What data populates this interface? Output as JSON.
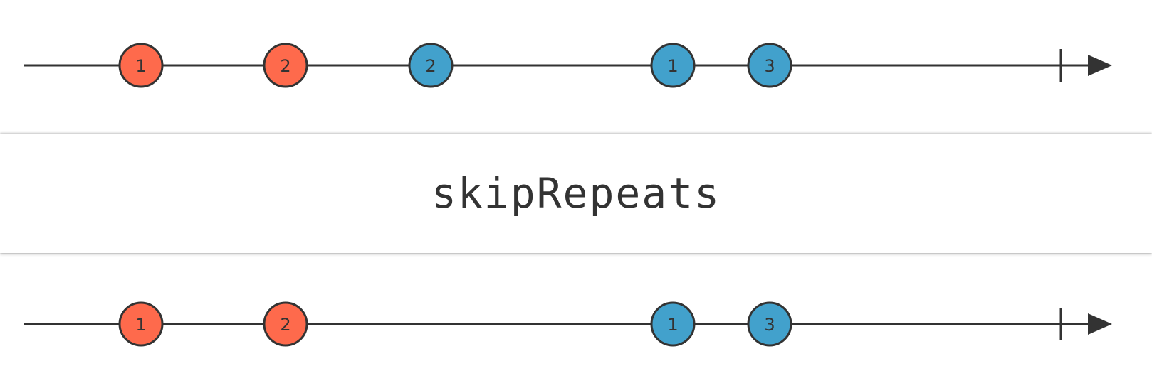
{
  "operator": {
    "label": "skipRepeats"
  },
  "colors": {
    "line": "#333333",
    "marble_stroke": "#333333",
    "red": "#fe6a4c",
    "blue": "#42a1cc",
    "background": "#ffffff"
  },
  "timelines": {
    "input": {
      "marbles": [
        {
          "label": "1",
          "color": "red"
        },
        {
          "label": "2",
          "color": "red"
        },
        {
          "label": "2",
          "color": "blue"
        },
        {
          "label": "1",
          "color": "blue"
        },
        {
          "label": "3",
          "color": "blue"
        }
      ],
      "completed": true
    },
    "output": {
      "marbles": [
        {
          "label": "1",
          "color": "red"
        },
        {
          "label": "2",
          "color": "red"
        },
        {
          "label": "1",
          "color": "blue"
        },
        {
          "label": "3",
          "color": "blue"
        }
      ],
      "completed": true
    }
  }
}
